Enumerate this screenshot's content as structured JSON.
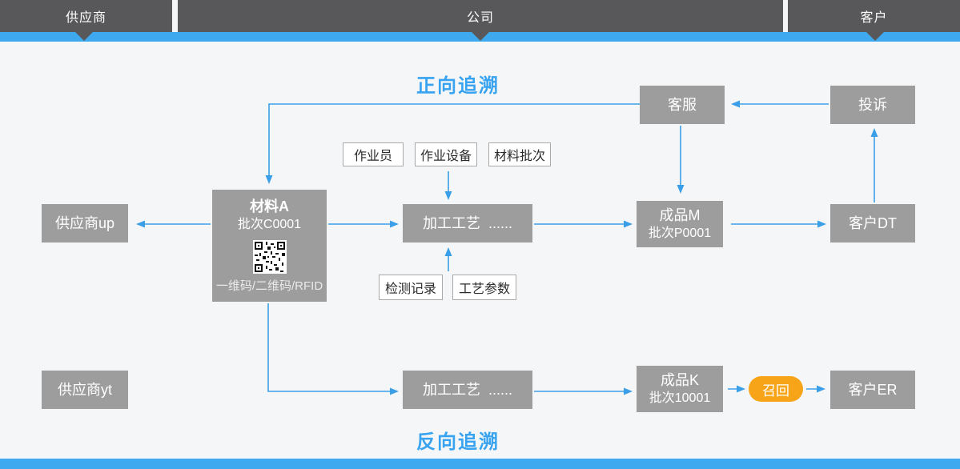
{
  "header": {
    "segments": [
      {
        "label": "供应商"
      },
      {
        "label": "公司"
      },
      {
        "label": "客户"
      }
    ]
  },
  "titles": {
    "forward": "正向追溯",
    "backward": "反向追溯"
  },
  "nodes": {
    "customer_service": "客服",
    "complaint": "投诉",
    "supplier_up": "供应商up",
    "material_a_name": "材料A",
    "material_a_batch": "批次C0001",
    "material_a_caption": "一维码/二维码/RFID",
    "process_top": "加工工艺  ......",
    "product_m_name": "成品M",
    "product_m_batch": "批次P0001",
    "customer_dt": "客户DT",
    "tags_top": [
      "作业员",
      "作业设备",
      "材料批次"
    ],
    "tags_bottom": [
      "检测记录",
      "工艺参数"
    ],
    "supplier_yt": "供应商yt",
    "process_bottom": "加工工艺  ......",
    "product_k_name": "成品K",
    "product_k_batch": "批次10001",
    "recall": "召回",
    "customer_er": "客户ER"
  },
  "colors": {
    "header_dark": "#58585a",
    "bar_blue": "#3fa9ef",
    "title_blue": "#38a3f0",
    "arrow_blue": "#3b9fe8",
    "node_gray": "#9d9d9d",
    "recall_orange": "#f7a418",
    "background": "#f5f6f7"
  }
}
